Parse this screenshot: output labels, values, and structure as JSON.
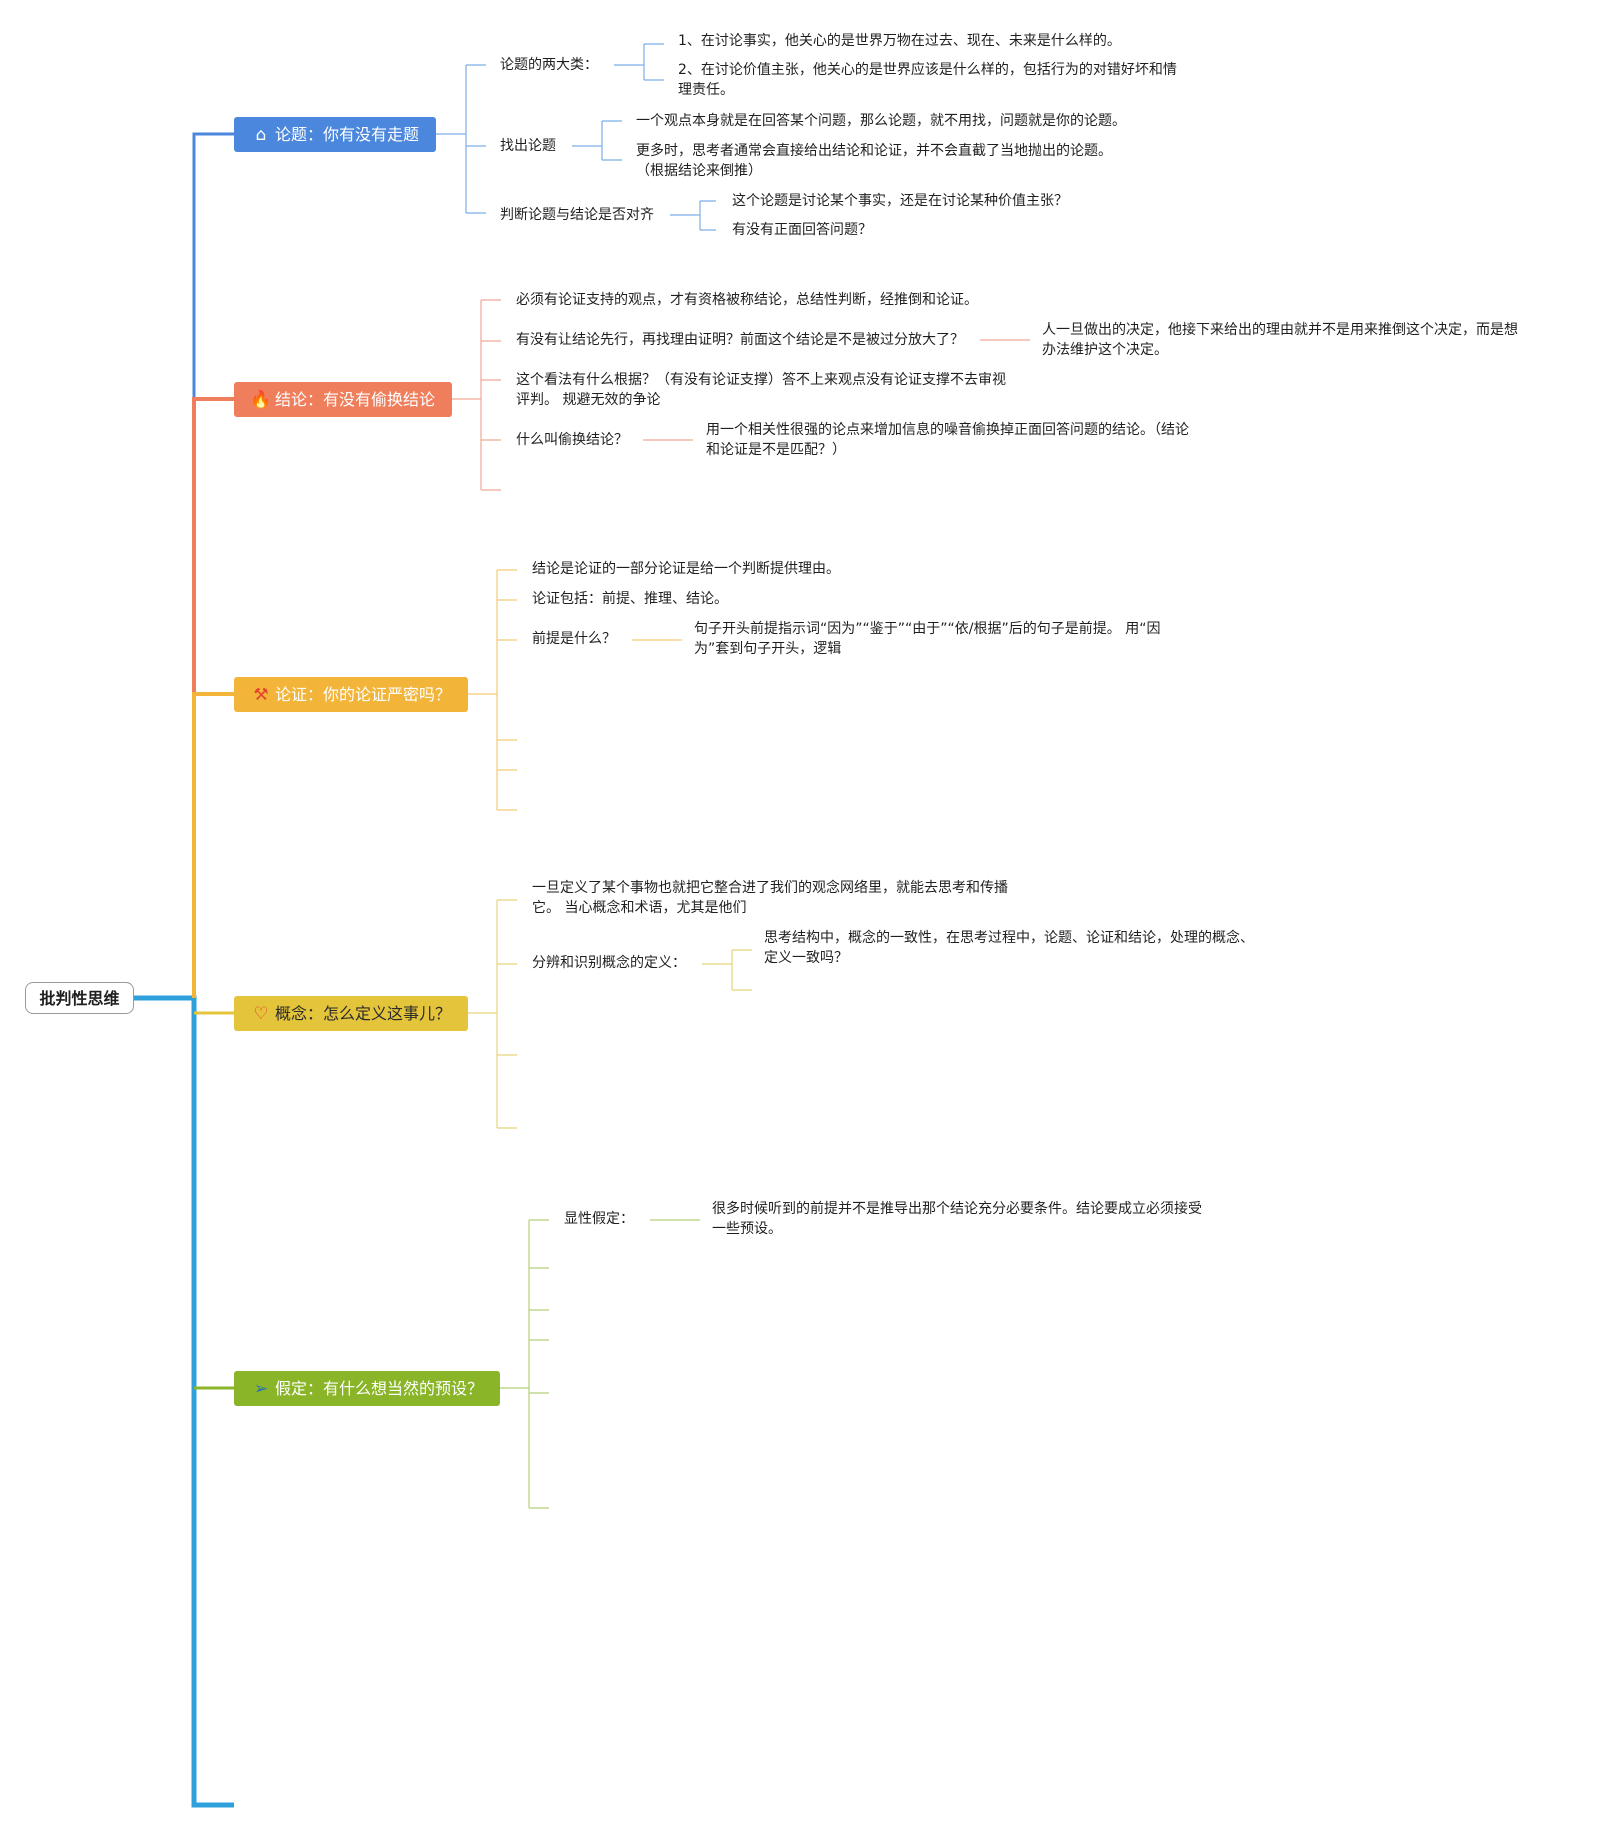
{
  "root": {
    "label": "批判性思维"
  },
  "branches": [
    {
      "label": "论题：你有没有走题",
      "color": "#4a87dd",
      "icon": "home-icon",
      "children": [
        {
          "label": "论题的两大类：",
          "children": [
            "1、在讨论事实，他关心的是世界万物在过去、现在、未来是什么样的。",
            "2、在讨论价值主张，他关心的是世界应该是什么样的，包括行为的对错好坏和情理责任。"
          ]
        },
        {
          "label": "找出论题",
          "children": [
            "一个观点本身就是在回答某个问题，那么论题，就不用找，问题就是你的论题。",
            "更多时，思考者通常会直接给出结论和论证，并不会直截了当地抛出的论题。（根据结论来倒推）"
          ]
        },
        {
          "label": "判断论题与结论是否对齐",
          "children": [
            "这个论题是讨论某个事实，还是在讨论某种价值主张？",
            "有没有正面回答问题？"
          ]
        }
      ]
    },
    {
      "label": "结论：有没有偷换结论",
      "color": "#ef7e5c",
      "icon": "flame-icon",
      "children": [
        {
          "label": "必须有论证支持的观点，才有资格被称结论，总结性判断，经推倒和论证。"
        },
        {
          "label": "有没有让结论先行，再找理由证明？前面这个结论是不是被过分放大了？",
          "children": [
            "人一旦做出的决定，他接下来给出的理由就并不是用来推倒这个决定，而是想办法维护这个决定。"
          ]
        },
        {
          "label": "这个看法有什么根据？（有没有论证支撑）答不上来观点没有论证支撑不去审视评判。 规避无效的争论"
        },
        {
          "label": "什么叫偷换结论？",
          "children": [
            "用一个相关性很强的论点来增加信息的噪音偷换掉正面回答问题的结论。（结论和论证是不是匹配？）"
          ]
        }
      ]
    },
    {
      "label": "论证：你的论证严密吗？",
      "color": "#f2b53a",
      "icon": "hammer-icon",
      "children": [
        {
          "label": "结论是论证的一部分论证是给一个判断提供理由。"
        },
        {
          "label": "论证包括：前提、推理、结论。"
        },
        {
          "label": "前提是什么？",
          "children": [
            "句子开头前提指示词“因为”“鉴于”“由于”“依/根据”后的句子是前提。 用“因为”套到句子开头，逻辑"
          ]
        }
      ]
    },
    {
      "label": "概念：怎么定义这事儿？",
      "color": "#e3c43a",
      "icon": "heart-icon",
      "children": [
        {
          "label": "一旦定义了某个事物也就把它整合进了我们的观念网络里，就能去思考和传播它。 当心概念和术语，尤其是他们"
        },
        {
          "label": "分辨和识别概念的定义：",
          "children": [
            "思考结构中，概念的一致性，在思考过程中，论题、论证和结论，处理的概念、定义一致吗？"
          ]
        }
      ]
    },
    {
      "label": "假定：有什么想当然的预设？",
      "color": "#8ab528",
      "icon": "send-icon",
      "children": [
        {
          "label": "显性假定：",
          "children": [
            "很多时候听到的前提并不是推导出那个结论充分必要条件。结论要成立必须接受一些预设。"
          ]
        }
      ]
    }
  ],
  "trunk_color": "#2ea0dc"
}
